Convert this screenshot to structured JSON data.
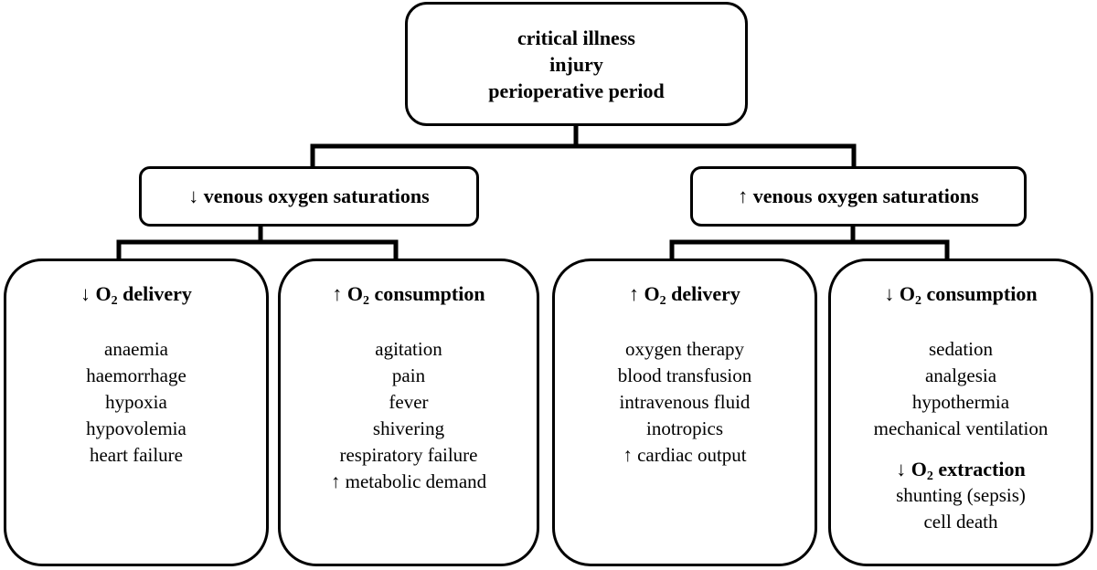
{
  "root": {
    "lines": [
      "critical illness",
      "injury",
      "perioperative period"
    ]
  },
  "branches": [
    {
      "label": "↓ venous oxygen saturations"
    },
    {
      "label": "↑ venous oxygen saturations"
    }
  ],
  "leaves": [
    {
      "arrow": "↓",
      "title_pre": " O",
      "title_sub": "2",
      "title_post": " delivery",
      "items": [
        "anaemia",
        "haemorrhage",
        "hypoxia",
        "hypovolemia",
        "heart failure"
      ]
    },
    {
      "arrow": "↑",
      "title_pre": " O",
      "title_sub": "2",
      "title_post": " consumption",
      "items": [
        "agitation",
        "pain",
        "fever",
        "shivering",
        "respiratory failure",
        "↑ metabolic demand"
      ]
    },
    {
      "arrow": "↑",
      "title_pre": " O",
      "title_sub": "2",
      "title_post": " delivery",
      "items": [
        "oxygen therapy",
        "blood transfusion",
        "intravenous fluid",
        "inotropics",
        "↑ cardiac output"
      ]
    },
    {
      "arrow": "↓",
      "title_pre": " O",
      "title_sub": "2",
      "title_post": " consumption",
      "items": [
        "sedation",
        "analgesia",
        "hypothermia",
        "mechanical ventilation"
      ],
      "extra": {
        "arrow": "↓",
        "title_pre": " O",
        "title_sub": "2",
        "title_post": " extraction",
        "items": [
          "shunting (sepsis)",
          "cell death"
        ]
      }
    }
  ]
}
